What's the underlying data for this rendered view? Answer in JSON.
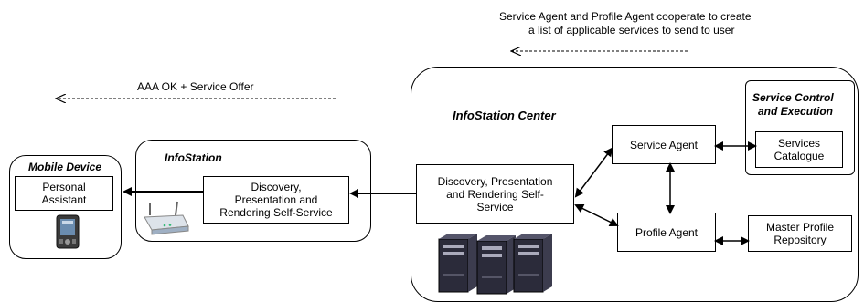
{
  "top_note": {
    "line1": "Service Agent and Profile Agent cooperate to create",
    "line2": "a list of applicable services to send to user"
  },
  "aaa_note": "AAA OK + Service Offer",
  "mobile": {
    "title": "Mobile Device",
    "assistant_line1": "Personal",
    "assistant_line2": "Assistant"
  },
  "infostation": {
    "title": "InfoStation",
    "box_line1": "Discovery,",
    "box_line2": "Presentation and",
    "box_line3": "Rendering Self-Service"
  },
  "center": {
    "title": "InfoStation Center",
    "discovery_line1": "Discovery, Presentation",
    "discovery_line2": "and Rendering Self-",
    "discovery_line3": "Service",
    "service_agent": "Service Agent",
    "profile_agent": "Profile Agent",
    "sce_title_line1": "Service Control",
    "sce_title_line2": "and Execution",
    "catalogue_line1": "Services",
    "catalogue_line2": "Catalogue",
    "repo_line1": "Master Profile",
    "repo_line2": "Repository"
  },
  "icons": {
    "pda": "pda-icon",
    "router": "wireless-router-icon",
    "servers": "server-tower-icon"
  }
}
